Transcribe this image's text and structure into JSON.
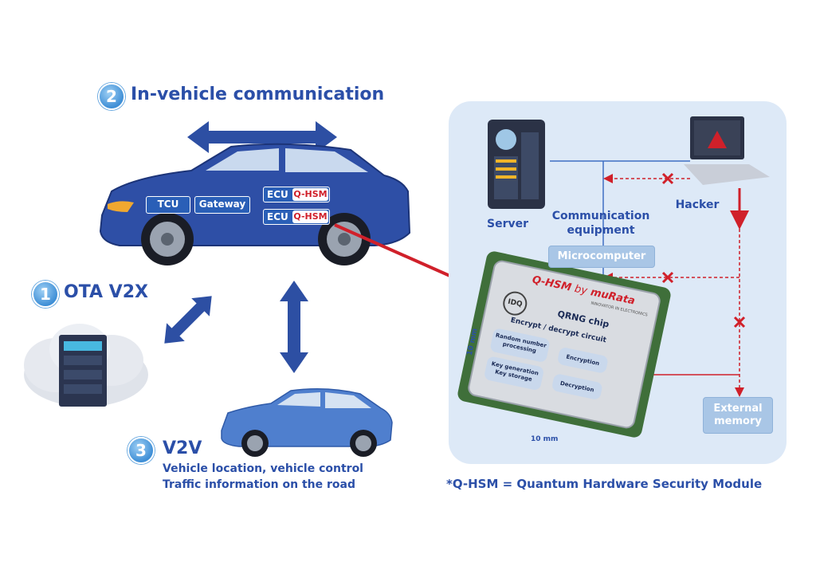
{
  "in_vehicle": {
    "number": "2",
    "title": "In-vehicle communication"
  },
  "ota": {
    "number": "1",
    "title": "OTA V2X"
  },
  "v2v": {
    "number": "3",
    "title": "V2V",
    "line1": "Vehicle location, vehicle control",
    "line2": "Traffic information on the road"
  },
  "car_tags": {
    "tcu": "TCU",
    "gateway": "Gateway",
    "ecu1": "ECU",
    "ecu2": "ECU",
    "qhsm1": "Q-HSM",
    "qhsm2": "Q-HSM"
  },
  "panel": {
    "server": "Server",
    "comm_line1": "Communication",
    "comm_line2": "equipment",
    "hacker": "Hacker",
    "microcomputer": "Microcomputer",
    "ext_line1": "External",
    "ext_line2": "memory"
  },
  "chip": {
    "brand_prefix": "Q-HSM",
    "brand_by": "by",
    "maker": "muRata",
    "maker_tagline": "INNOVATOR IN ELECTRONICS",
    "partner": "IDQ",
    "title": "QRNG chip",
    "circuit": "Encrypt / decrypt circuit",
    "cell_random": "Random number processing",
    "cell_encryption": "Encryption",
    "cell_keygen1": "Key generation",
    "cell_keygen2": "Key storage",
    "cell_decryption": "Decryption",
    "dim_side": "10 mm",
    "dim_bottom": "10 mm"
  },
  "footnote": "*Q-HSM = Quantum Hardware Security Module",
  "colors": {
    "title_blue": "#2b4fa8",
    "panel_bg": "#dde9f7",
    "alert_red": "#d0202a",
    "arrow_blue": "#2d4fa3",
    "car_blue": "#2e4fa6"
  }
}
